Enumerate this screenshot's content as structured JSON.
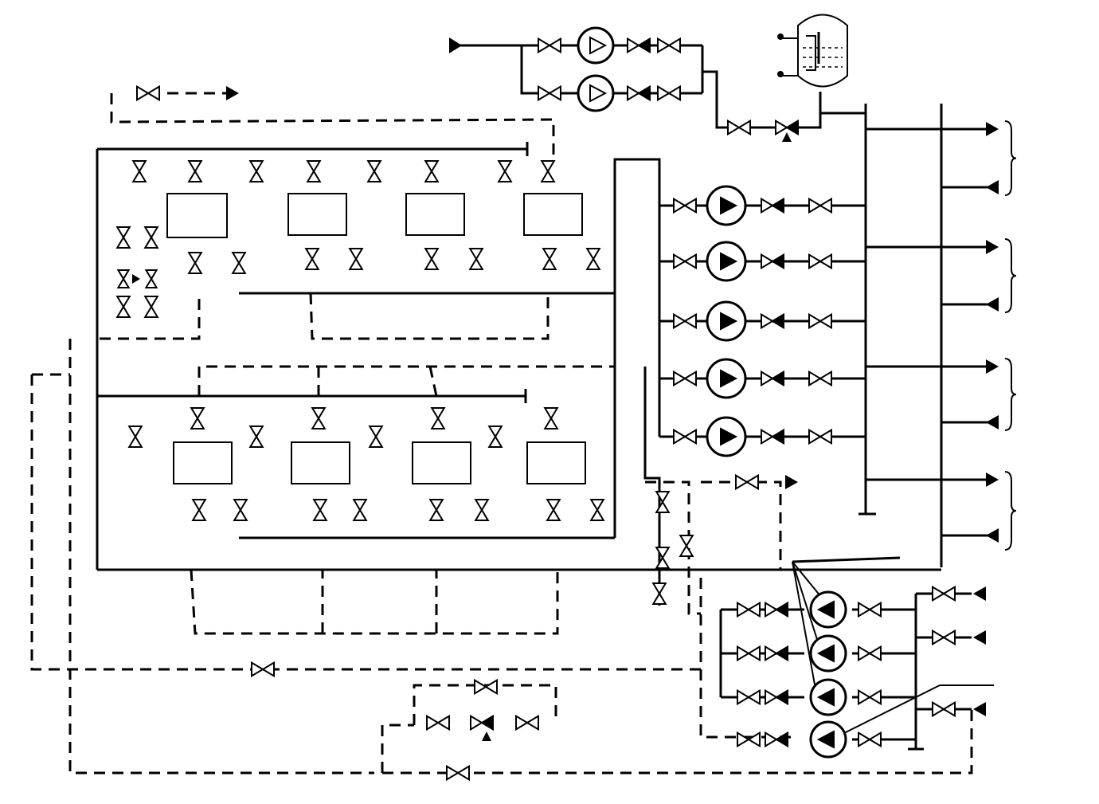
{
  "diagram": {
    "kind": "piping schematic",
    "colors": {
      "line": "#000000",
      "background": "#ffffff"
    },
    "symbols": [
      "valve",
      "check-valve",
      "control-valve",
      "centrifugal-pump",
      "vessel",
      "tank",
      "flow-arrow",
      "brace"
    ],
    "labels": []
  }
}
